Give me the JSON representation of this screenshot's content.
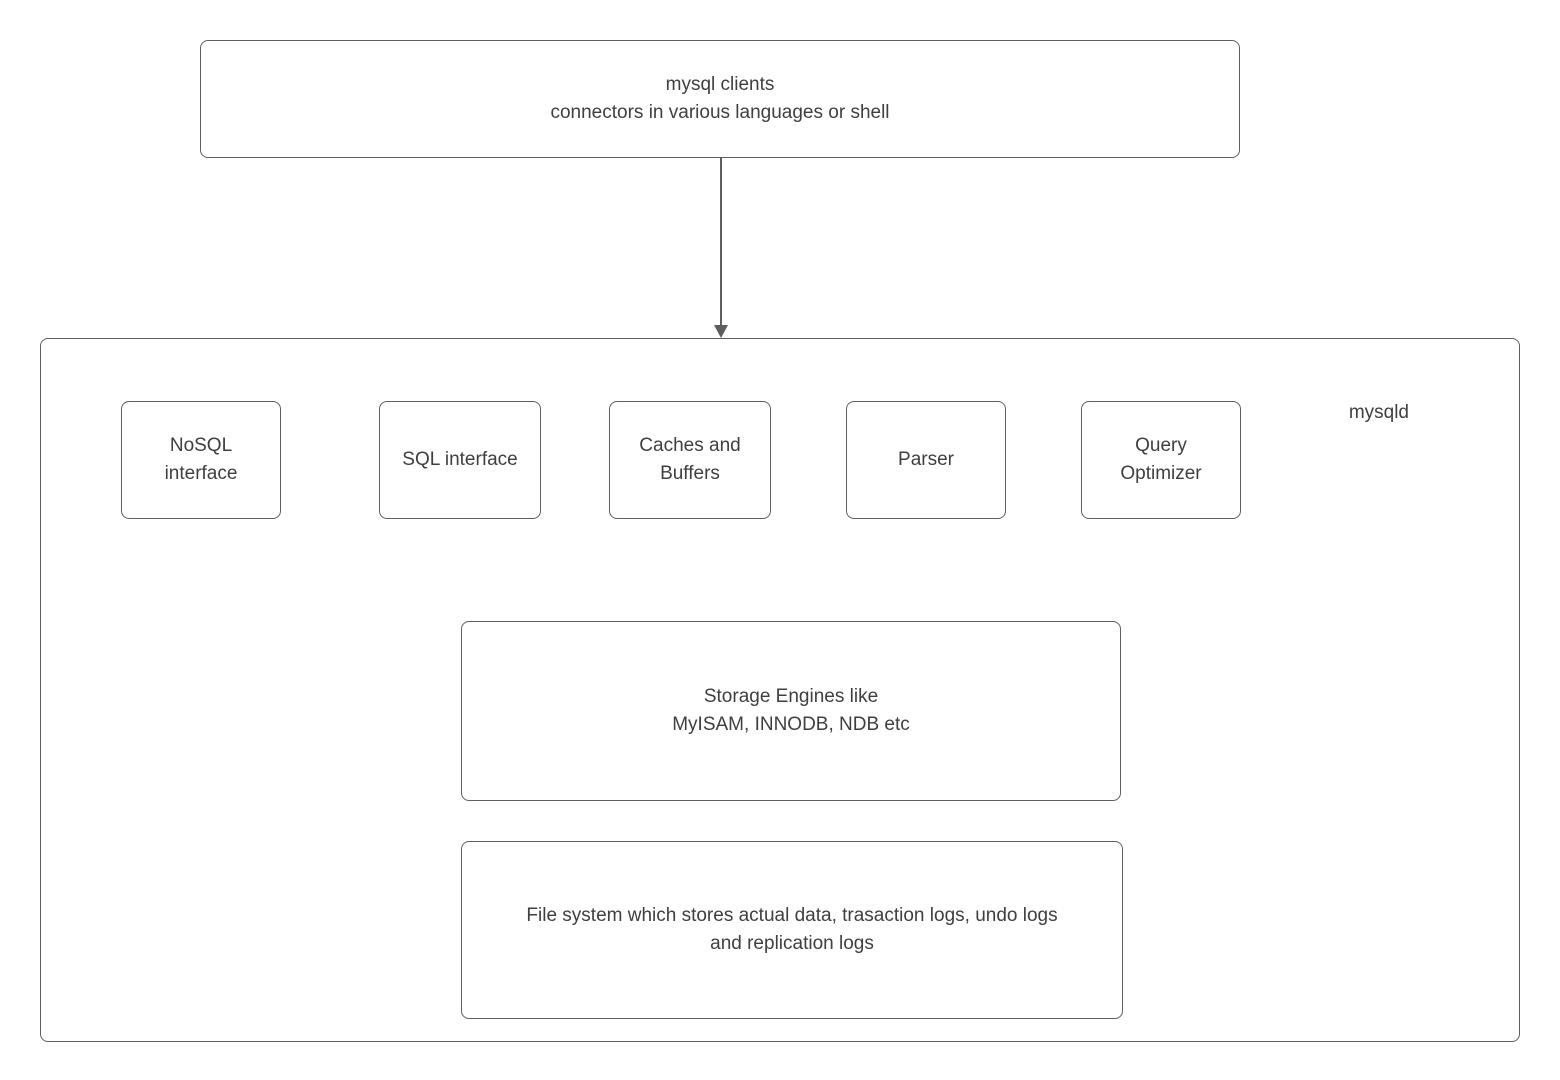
{
  "diagram": {
    "clients_box": {
      "label": "mysql clients\nconnectors in various languages or shell"
    },
    "arrow": {
      "name": "clients-to-mysqld-arrow",
      "direction": "down"
    },
    "mysqld": {
      "label": "mysqld",
      "interfaces": [
        {
          "label": "NoSQL\ninterface"
        },
        {
          "label": "SQL interface"
        },
        {
          "label": "Caches and\nBuffers"
        },
        {
          "label": "Parser"
        },
        {
          "label": "Query\nOptimizer"
        }
      ],
      "storage_box": {
        "label": "Storage Engines like\nMyISAM, INNODB, NDB etc"
      },
      "filesystem_box": {
        "label": "File system which stores actual data, trasaction logs, undo logs\nand replication logs"
      }
    },
    "colors": {
      "border": "#5e5e5e",
      "text": "#3f3f3f",
      "background": "#ffffff"
    }
  }
}
